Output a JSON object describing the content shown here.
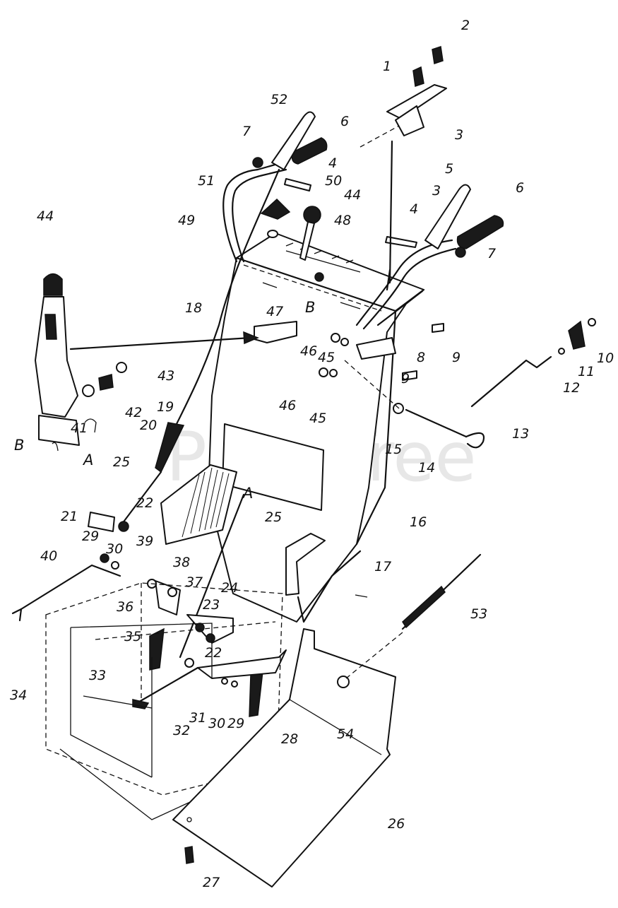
{
  "diagram": {
    "watermark": "PartsTree",
    "callouts": [
      "1",
      "2",
      "3",
      "4",
      "5",
      "6",
      "7",
      "8",
      "9",
      "10",
      "11",
      "12",
      "13",
      "14",
      "15",
      "16",
      "17",
      "18",
      "19",
      "20",
      "21",
      "22",
      "23",
      "24",
      "25",
      "26",
      "27",
      "28",
      "29",
      "30",
      "31",
      "32",
      "33",
      "34",
      "35",
      "36",
      "37",
      "38",
      "39",
      "40",
      "41",
      "42",
      "43",
      "44",
      "45",
      "46",
      "47",
      "48",
      "49",
      "50",
      "51",
      "52",
      "53",
      "54"
    ],
    "extra_labels": [
      "3",
      "4",
      "6",
      "7",
      "9",
      "22",
      "25",
      "29",
      "30",
      "44",
      "45",
      "46"
    ],
    "letters": [
      "A",
      "A",
      "B",
      "B"
    ]
  }
}
